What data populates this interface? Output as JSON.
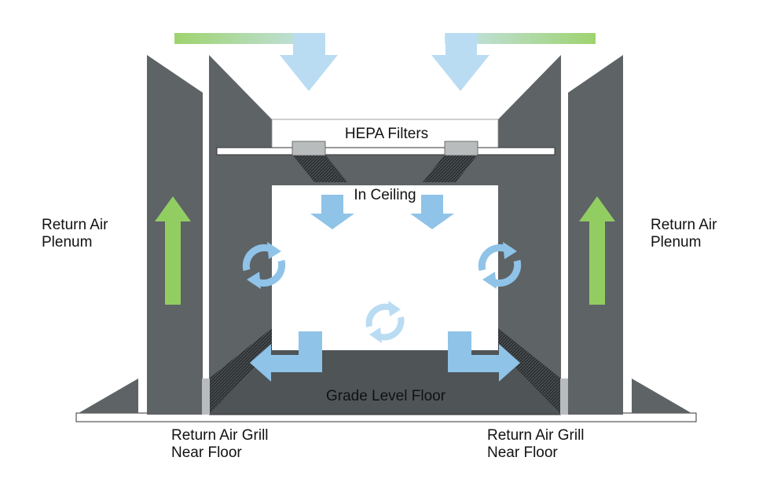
{
  "labels": {
    "hepa": "HEPA Filters",
    "ceiling": "In Ceiling",
    "floor": "Grade Level Floor",
    "return_plenum_left": [
      "Return Air",
      "Plenum"
    ],
    "return_plenum_right": [
      "Return Air",
      "Plenum"
    ],
    "return_grill_left": [
      "Return Air Grill",
      "Near Floor"
    ],
    "return_grill_right": [
      "Return Air Grill",
      "Near Floor"
    ]
  },
  "colors": {
    "wall": "#5e6366",
    "wall_dark": "#4d5255",
    "floor": "#4f5457",
    "supply_air": "#b9dcf3",
    "room_air": "#8fc3e8",
    "return_air": "#92cd62",
    "filter": "#b9bcbd",
    "outline": "#333333"
  }
}
